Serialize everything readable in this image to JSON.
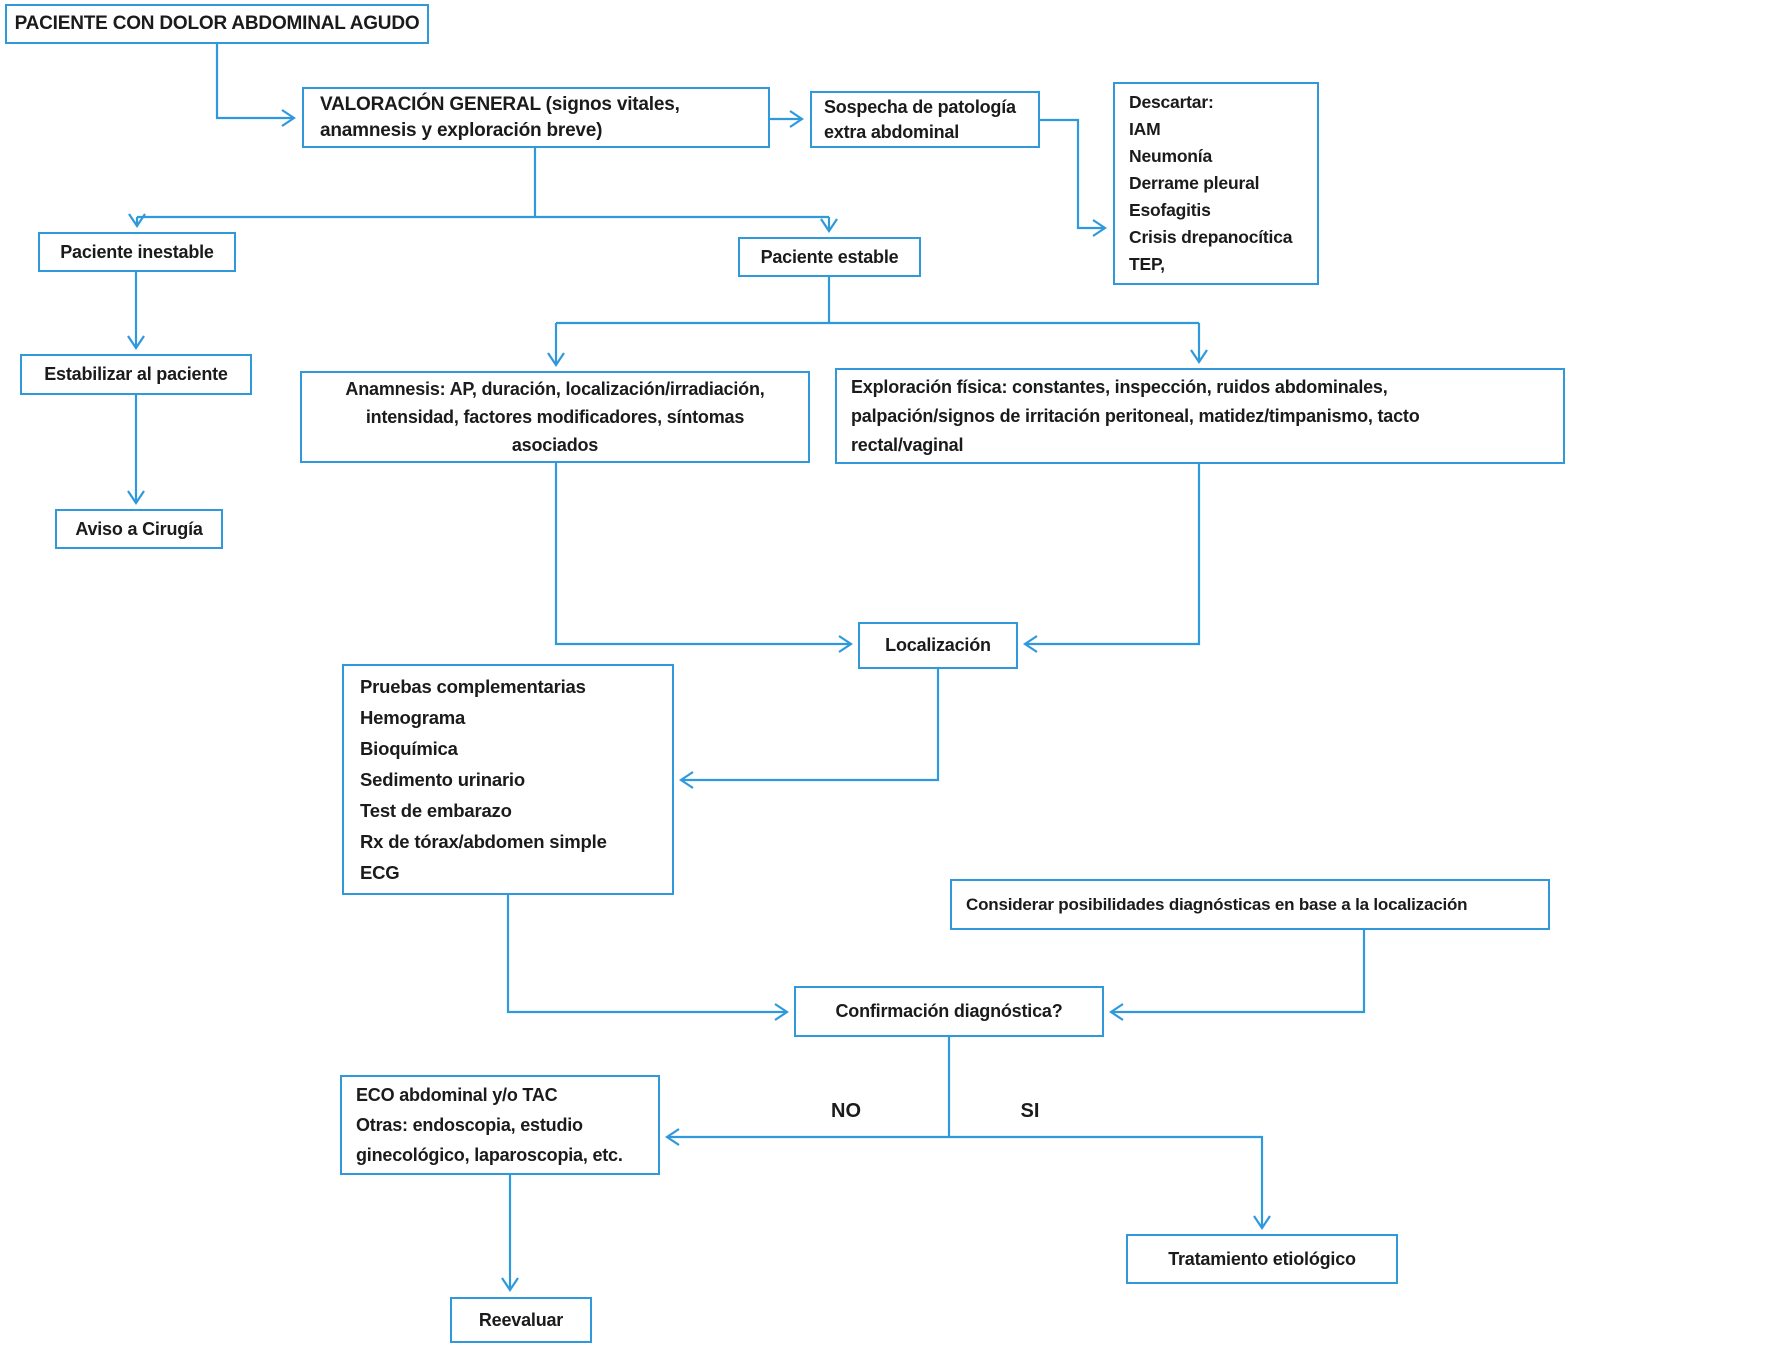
{
  "colors": {
    "line": "#2f99dc",
    "border": "#2f99dc",
    "text": "#1b1b1b",
    "background": "#ffffff"
  },
  "nodes": {
    "start": {
      "label": "PACIENTE CON DOLOR ABDOMINAL AGUDO"
    },
    "valoracion": {
      "lines": [
        "VALORACIÓN GENERAL (signos vitales,",
        "anamnesis y exploración breve)"
      ]
    },
    "sospecha": {
      "lines": [
        "Sospecha de patología",
        "extra abdominal"
      ]
    },
    "descartar": {
      "lines": [
        "Descartar:",
        "IAM",
        "Neumonía",
        "Derrame pleural",
        "Esofagitis",
        "Crisis drepanocítica",
        "TEP,"
      ]
    },
    "inestable": {
      "label": "Paciente inestable"
    },
    "estable": {
      "label": "Paciente estable"
    },
    "estabilizar": {
      "label": "Estabilizar al paciente"
    },
    "aviso": {
      "label": "Aviso a Cirugía"
    },
    "anamnesis": {
      "lines": [
        "Anamnesis: AP, duración, localización/irradiación,",
        "intensidad, factores modificadores, síntomas",
        "asociados"
      ]
    },
    "exploracion": {
      "lines": [
        "Exploración física: constantes, inspección, ruidos abdominales,",
        "palpación/signos de irritación peritoneal, matidez/timpanismo, tacto",
        "rectal/vaginal"
      ]
    },
    "localizacion": {
      "label": "Localización"
    },
    "pruebas": {
      "lines": [
        "Pruebas complementarias",
        "Hemograma",
        "Bioquímica",
        "Sedimento urinario",
        "Test de embarazo",
        "Rx de tórax/abdomen simple",
        "ECG"
      ]
    },
    "considerar": {
      "label": "Considerar posibilidades diagnósticas en base a la localización"
    },
    "confirmacion": {
      "label": "Confirmación diagnóstica?"
    },
    "eco": {
      "lines": [
        "ECO abdominal y/o TAC",
        "Otras: endoscopia, estudio",
        "ginecológico, laparoscopia, etc."
      ]
    },
    "reevaluar": {
      "label": "Reevaluar"
    },
    "tratamiento": {
      "label": "Tratamiento etiológico"
    }
  },
  "edge_labels": {
    "no": "NO",
    "si": "SI"
  }
}
